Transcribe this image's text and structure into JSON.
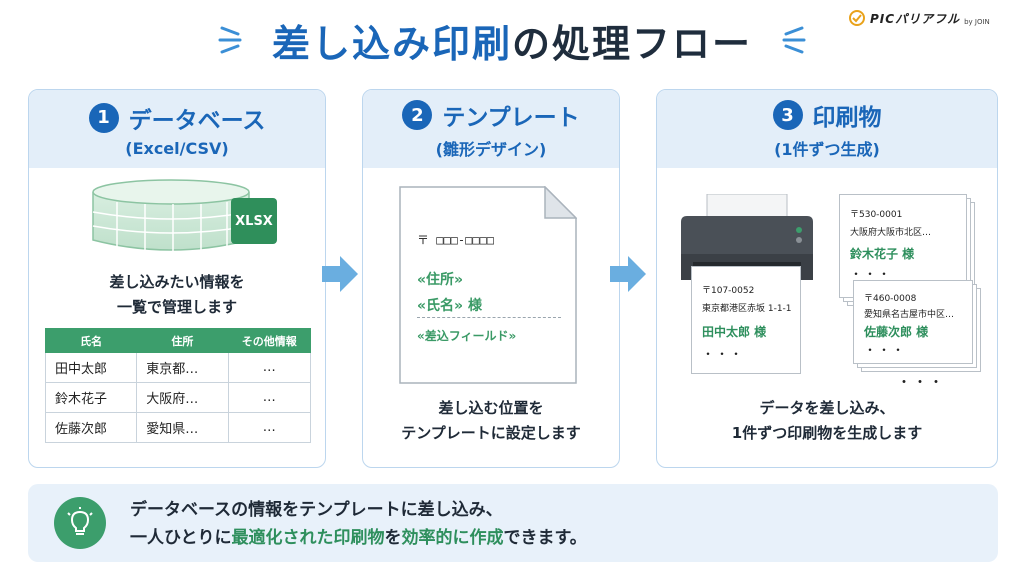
{
  "title": {
    "part1": "差し込み印刷",
    "part2": "の処理フロー"
  },
  "logo": {
    "name": "PICパリアフル",
    "sub": "by JOIN"
  },
  "colors": {
    "accent": "#1a66b8",
    "green": "#3c9e6c",
    "panel_bg": "#e3eef9"
  },
  "steps": [
    {
      "number": "1",
      "title": "データベース",
      "subtitle": "(Excel/CSV)",
      "icon": "database-icon",
      "badge": "XLSX",
      "desc_line1": "差し込みたい情報を",
      "desc_line2": "一覧で管理します",
      "table": {
        "headers": [
          "氏名",
          "住所",
          "その他情報"
        ],
        "rows": [
          [
            "田中太郎",
            "東京都…",
            "…"
          ],
          [
            "鈴木花子",
            "大阪府…",
            "…"
          ],
          [
            "佐藤次郎",
            "愛知県…",
            "…"
          ]
        ]
      }
    },
    {
      "number": "2",
      "title": "テンプレート",
      "subtitle": "(雛形デザイン)",
      "icon": "document-icon",
      "template": {
        "postal": "〒 □□□-□□□□",
        "field_address": "«住所»",
        "field_name": "«氏名»",
        "honorific": "様",
        "field_other": "«差込フィールド»"
      },
      "desc_line1": "差し込む位置を",
      "desc_line2": "テンプレートに設定します"
    },
    {
      "number": "3",
      "title": "印刷物",
      "subtitle": "(1件ずつ生成)",
      "icon": "printer-icon",
      "cards": [
        {
          "postal": "〒107-0052",
          "address": "東京都港区赤坂 1-1-1",
          "name": "田中太郎 様",
          "more": "・・・"
        },
        {
          "postal": "〒530-0001",
          "address": "大阪府大阪市北区…",
          "name": "鈴木花子 様",
          "more": "・・・"
        },
        {
          "postal": "〒460-0008",
          "address": "愛知県名古屋市中区…",
          "name": "佐藤次郎 様",
          "more": "・・・"
        }
      ],
      "ellipsis": "・・・",
      "desc_line1": "データを差し込み、",
      "desc_line2": "1件ずつ印刷物を生成します"
    }
  ],
  "banner": {
    "icon": "lightbulb-icon",
    "line1": "データベースの情報をテンプレートに差し込み、",
    "line2_a": "一人ひとりに",
    "line2_b": "最適化された印刷物",
    "line2_c": "を",
    "line2_d": "効率的に作成",
    "line2_e": "できます。"
  }
}
